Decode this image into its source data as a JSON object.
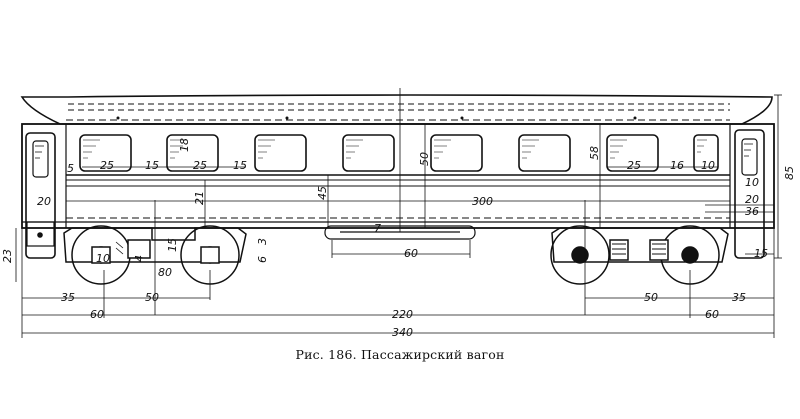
{
  "caption": "Рис. 186. Пассажирский вагон",
  "dimensions": {
    "w_25a": "25",
    "w_15a": "15",
    "w_25b": "25",
    "w_15b": "15",
    "w_25c": "25",
    "w_16": "16",
    "w_10": "10",
    "h_5": "5",
    "h_18": "18",
    "h_50": "50",
    "h_58": "58",
    "h_10": "10",
    "h_45": "45",
    "h_21": "21",
    "h_85": "85",
    "h_20_left": "20",
    "h_20_right": "20",
    "h_36": "36",
    "length_300": "300",
    "bogie_10": "10",
    "bogie_4": "4",
    "bogie_15": "15",
    "bogie_3": "3",
    "bogie_6": "6",
    "bogie_80": "80",
    "coupler_7": "7",
    "h_23": "23",
    "d_60_mid": "60",
    "d_15_right": "15",
    "d_35_left": "35",
    "d_50_left": "50",
    "d_50_right": "50",
    "d_35_right": "35",
    "d_60_left": "60",
    "d_60_right": "60",
    "d_220": "220",
    "d_340": "340"
  }
}
